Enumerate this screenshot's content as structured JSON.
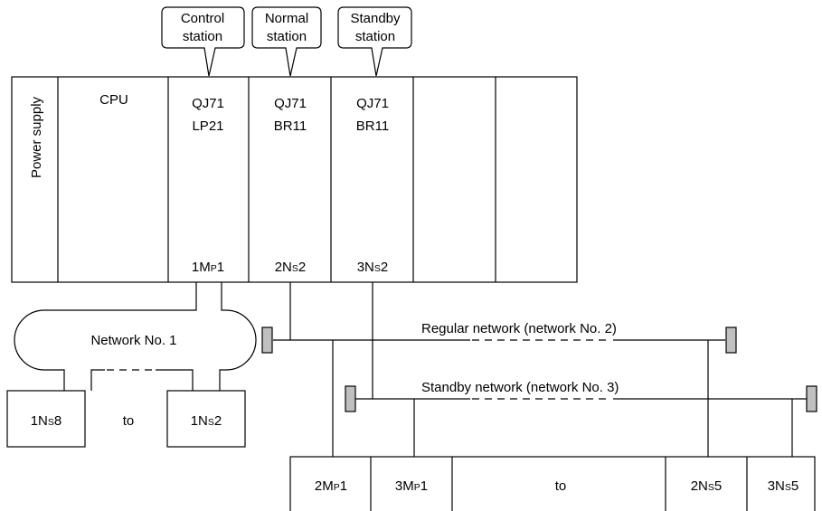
{
  "callouts": {
    "control": [
      "Control",
      "station"
    ],
    "normal": [
      "Normal",
      "station"
    ],
    "standby": [
      "Standby",
      "station"
    ]
  },
  "rack": {
    "power_supply": "Power supply",
    "cpu": "CPU",
    "module_lp21": [
      "QJ71",
      "LP21"
    ],
    "module_br11_normal": [
      "QJ71",
      "BR11"
    ],
    "module_br11_standby": [
      "QJ71",
      "BR11"
    ],
    "station_lp21": {
      "main": "1M",
      "sub": "P",
      "num": "1"
    },
    "station_normal": {
      "main": "2N",
      "sub": "S",
      "num": "2"
    },
    "station_standby": {
      "main": "3N",
      "sub": "S",
      "num": "2"
    }
  },
  "loop_network": {
    "label": "Network No. 1",
    "left_station": {
      "main": "1N",
      "sub": "S",
      "num": "8"
    },
    "right_station": {
      "main": "1N",
      "sub": "S",
      "num": "2"
    },
    "to": "to"
  },
  "bus_networks": {
    "regular_label": "Regular network (network No. 2)",
    "standby_label": "Standby network (network No. 3)"
  },
  "bottom_stations": {
    "s1": {
      "main": "2M",
      "sub": "P",
      "num": "1"
    },
    "s2": {
      "main": "3M",
      "sub": "P",
      "num": "1"
    },
    "to": "to",
    "s3": {
      "main": "2N",
      "sub": "S",
      "num": "5"
    },
    "s4": {
      "main": "3N",
      "sub": "S",
      "num": "5"
    }
  }
}
